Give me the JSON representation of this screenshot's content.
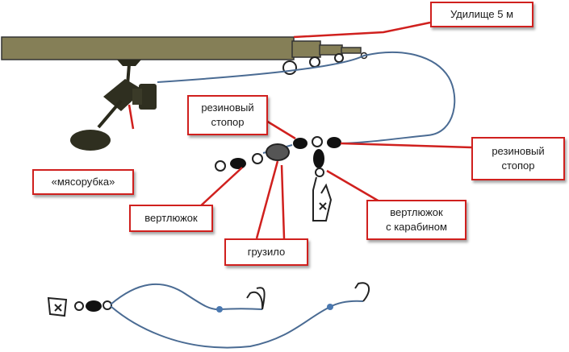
{
  "labels": {
    "rod": "Удилище 5 м",
    "reel": "«мясорубка»",
    "stopper_top_line1": "резиновый",
    "stopper_top_line2": "стопор",
    "stopper_right_line1": "резиновый",
    "stopper_right_line2": "стопор",
    "swivel": "вертлюжок",
    "sinker": "грузило",
    "swivel_snap_line1": "вертлюжок",
    "swivel_snap_line2": "с карабином"
  },
  "colors": {
    "rod": "#857f57",
    "line": "#4a6b93",
    "callout": "#d0201e",
    "reel": "#2a2a1c"
  }
}
